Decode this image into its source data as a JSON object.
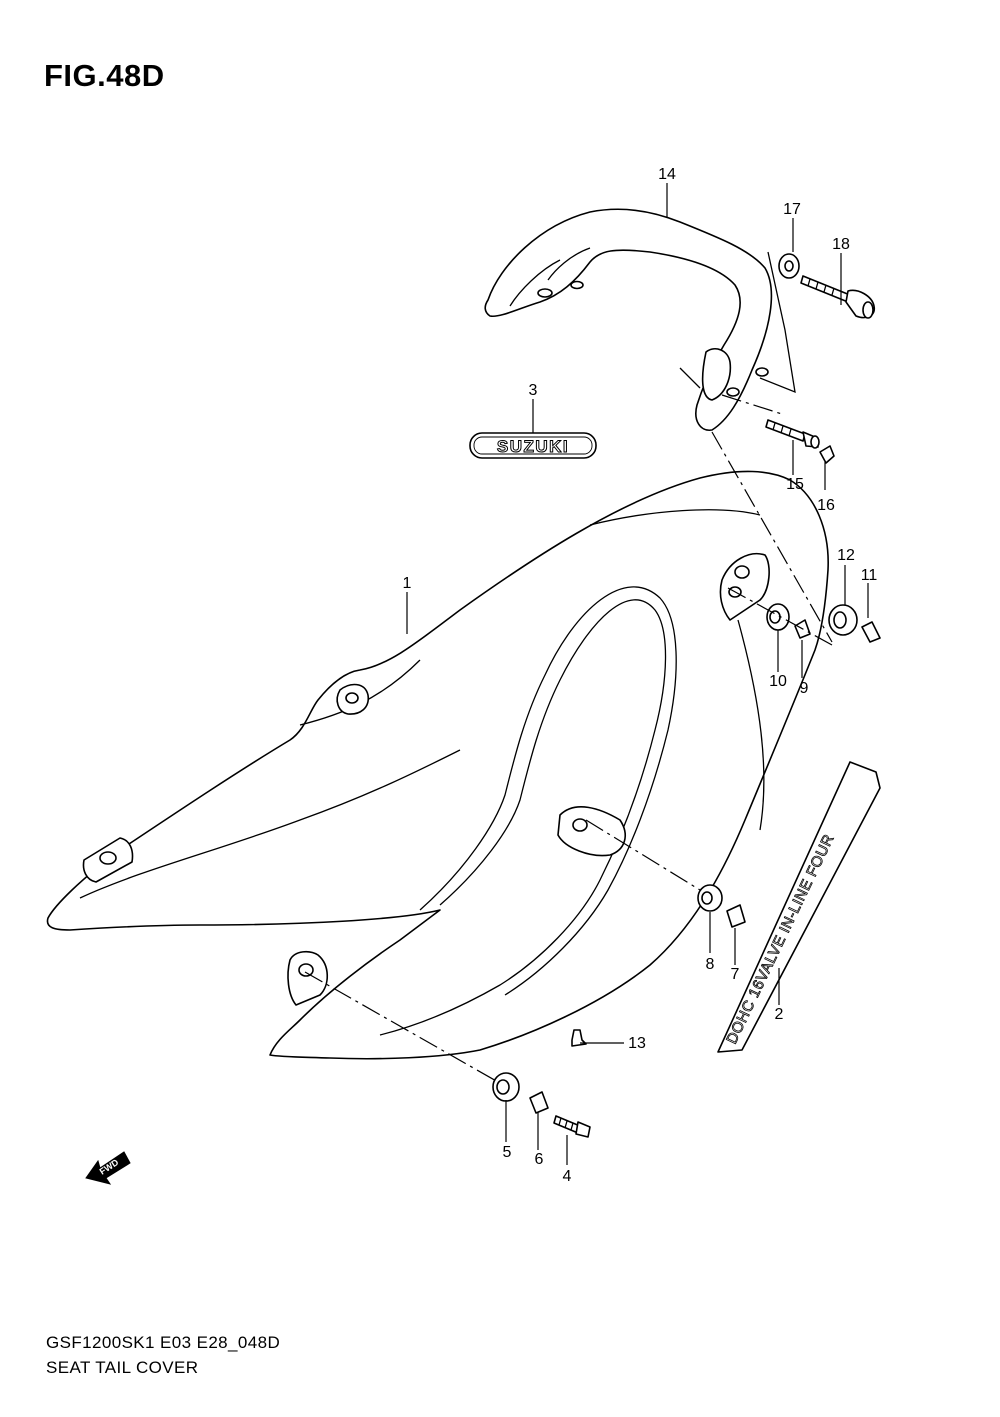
{
  "figure": {
    "title": "FIG.48D"
  },
  "callouts": [
    {
      "id": "1",
      "label": "1"
    },
    {
      "id": "2",
      "label": "2"
    },
    {
      "id": "3",
      "label": "3"
    },
    {
      "id": "4",
      "label": "4"
    },
    {
      "id": "5",
      "label": "5"
    },
    {
      "id": "6",
      "label": "6"
    },
    {
      "id": "7",
      "label": "7"
    },
    {
      "id": "8",
      "label": "8"
    },
    {
      "id": "9",
      "label": "9"
    },
    {
      "id": "10",
      "label": "10"
    },
    {
      "id": "11",
      "label": "11"
    },
    {
      "id": "12",
      "label": "12"
    },
    {
      "id": "13",
      "label": "13"
    },
    {
      "id": "14",
      "label": "14"
    },
    {
      "id": "15",
      "label": "15"
    },
    {
      "id": "16",
      "label": "16"
    },
    {
      "id": "17",
      "label": "17"
    },
    {
      "id": "18",
      "label": "18"
    }
  ],
  "emblem": {
    "text": "SUZUKI"
  },
  "decal": {
    "text": "DOHC 16VALVE IN-LINE FOUR"
  },
  "fwd_arrow": {
    "label": "FWD",
    "icon": "fwd-arrow-icon"
  },
  "footer": {
    "code": "GSF1200SK1 E03 E28_048D",
    "name": "SEAT TAIL COVER"
  }
}
